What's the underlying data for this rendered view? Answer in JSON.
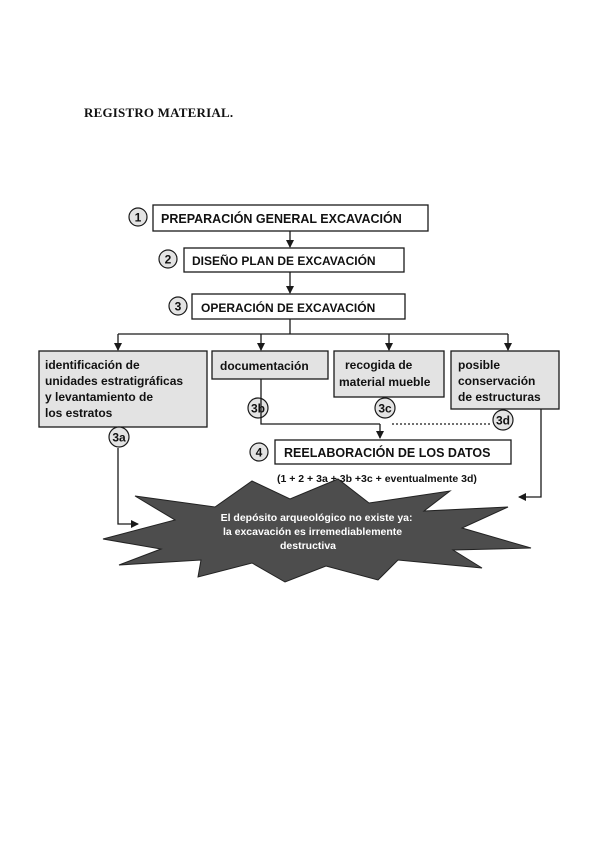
{
  "heading": "REGISTRO MATERIAL.",
  "diagram": {
    "steps": {
      "s1": {
        "badge": "1",
        "label": "PREPARACIÓN GENERAL EXCAVACIÓN"
      },
      "s2": {
        "badge": "2",
        "label": "DISEÑO PLAN DE EXCAVACIÓN"
      },
      "s3": {
        "badge": "3",
        "label": "OPERACIÓN DE EXCAVACIÓN"
      },
      "s4": {
        "badge": "4",
        "label": "REELABORACIÓN DE LOS DATOS"
      }
    },
    "branches": {
      "b3a": {
        "badge": "3a",
        "lines": [
          "identificación de",
          "unidades estratigráficas",
          "y levantamiento de",
          "los estratos"
        ]
      },
      "b3b": {
        "badge": "3b",
        "lines": [
          "documentación"
        ]
      },
      "b3c": {
        "badge": "3c",
        "lines": [
          "recogida de",
          "material mueble"
        ]
      },
      "b3d": {
        "badge": "3d",
        "lines": [
          "posible",
          "conservación",
          "de estructuras"
        ]
      }
    },
    "formula": "(1 + 2 + 3a  + 3b +3c + eventualmente 3d)",
    "burst_lines": [
      "El depósito arqueológico no existe ya:",
      "la excavación es irremediablemente",
      "destructiva"
    ],
    "colors": {
      "box_fill": "#e3e3e3",
      "burst_fill": "#4d4d4d",
      "line": "#1a1a1a"
    }
  }
}
